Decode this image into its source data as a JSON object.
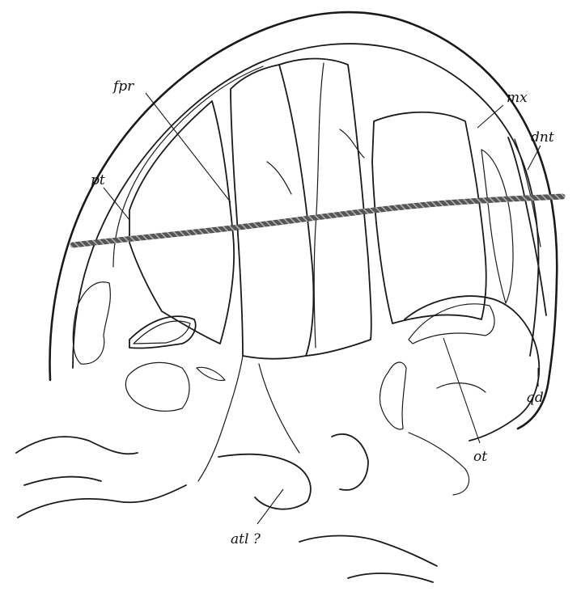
{
  "figure": {
    "labels": {
      "fpr": "fpr",
      "mx": "mx",
      "dnt": "dnt",
      "pt": "pt",
      "qd": "qd",
      "ot": "ot",
      "atl": "atl ?"
    }
  }
}
